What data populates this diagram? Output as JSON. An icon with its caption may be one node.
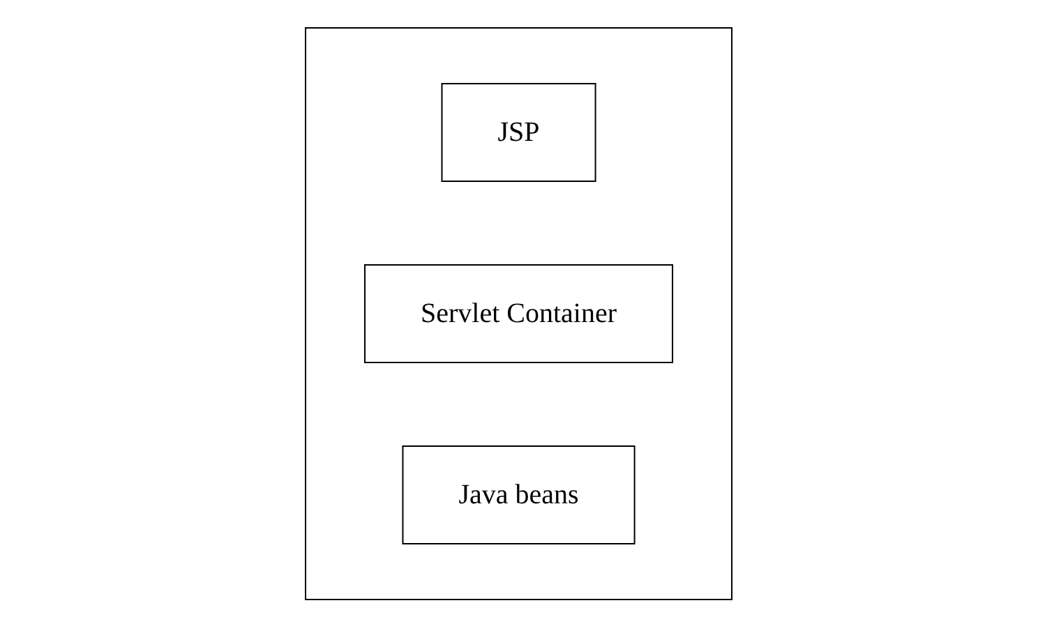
{
  "diagram": {
    "nodes": [
      {
        "text": [],
        "shape": "box"
      },
      {
        "text": [
          "JSP"
        ],
        "in": 0
      },
      {
        "text": [
          "Servlet Container"
        ],
        "in": 0
      },
      {
        "text": [
          "Java beans"
        ],
        "in": 0
      }
    ]
  }
}
